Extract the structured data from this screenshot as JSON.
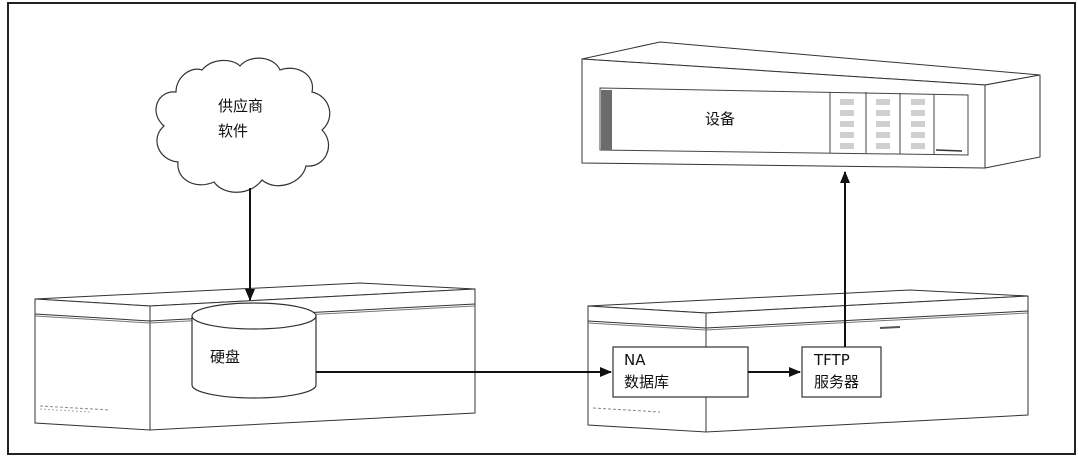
{
  "labels": {
    "cloud": [
      "供应商",
      "软件"
    ],
    "device": "设备",
    "disk": "硬盘",
    "na_db": [
      "NA",
      "数据库"
    ],
    "tftp": [
      "TFTP",
      "服务器"
    ]
  },
  "colors": {
    "line": "#222222",
    "bezel": "#6b6b6b",
    "led": "#cfcfcf",
    "background": "#ffffff"
  }
}
